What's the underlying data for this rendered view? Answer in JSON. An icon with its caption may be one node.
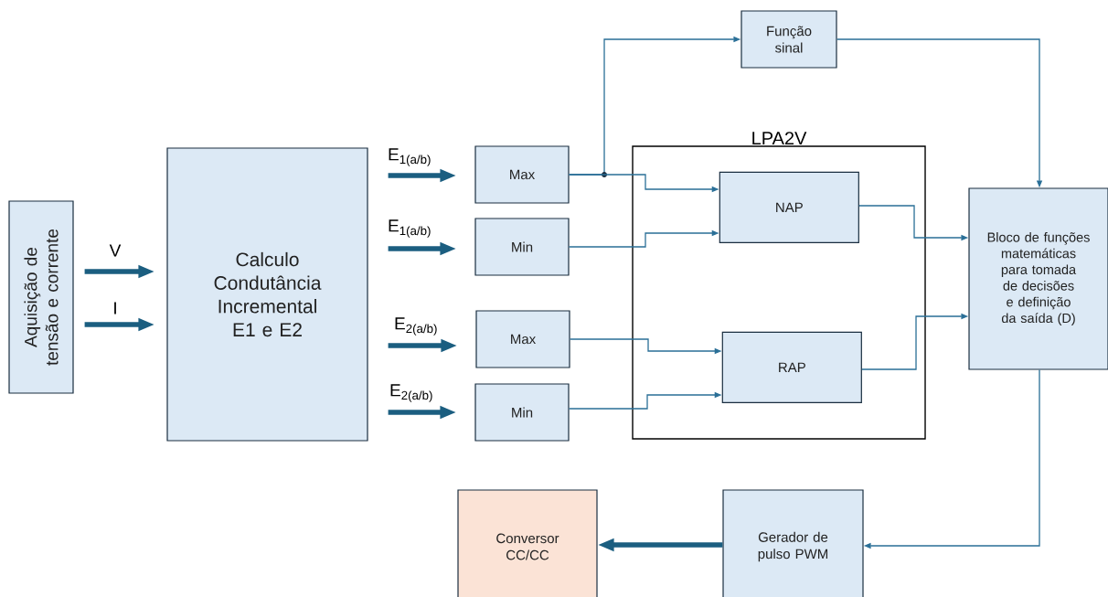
{
  "diagram": {
    "nodes": [
      {
        "text": [
          "Aquisição de tensão e corrente"
        ]
      },
      {
        "text": [
          "Calculo Condutância Incremental E1 e E2"
        ]
      },
      {
        "text": [
          "Max"
        ]
      },
      {
        "text": [
          "Min"
        ]
      },
      {
        "text": [
          "Max"
        ]
      },
      {
        "text": [
          "Min"
        ]
      },
      {
        "text": [
          "LPA2V"
        ]
      },
      {
        "text": [
          "NAP"
        ],
        "in": 6
      },
      {
        "text": [
          "RAP"
        ],
        "in": 6
      },
      {
        "text": [
          "Função sinal"
        ]
      },
      {
        "text": [
          "Bloco de funções matemáticas para tomada de decisões e definição da saída (D)"
        ]
      },
      {
        "text": [
          "Gerador de pulso PWM"
        ]
      },
      {
        "text": [
          "Conversor CC/CC"
        ]
      }
    ],
    "edges": [
      {
        "from": 0,
        "to": 1,
        "arrow": "to",
        "label": "V",
        "style": "thick"
      },
      {
        "from": 0,
        "to": 1,
        "arrow": "to",
        "label": "I",
        "style": "thick"
      },
      {
        "from": 1,
        "to": 2,
        "arrow": "to",
        "label": "E$_{1(a/b)}$",
        "style": "thick"
      },
      {
        "from": 1,
        "to": 3,
        "arrow": "to",
        "label": "E$_{1(a/b)}$",
        "style": "thick"
      },
      {
        "from": 1,
        "to": 4,
        "arrow": "to",
        "label": "E$_{2(a/b)}$",
        "style": "thick"
      },
      {
        "from": 1,
        "to": 5,
        "arrow": "to",
        "label": "E$_{2(a/b)}$",
        "style": "thick"
      },
      {
        "from": 2,
        "to": 9,
        "arrow": "to"
      },
      {
        "from": 2,
        "to": 7,
        "arrow": "to"
      },
      {
        "from": 3,
        "to": 7,
        "arrow": "to"
      },
      {
        "from": 4,
        "to": 8,
        "arrow": "to"
      },
      {
        "from": 5,
        "to": 8,
        "arrow": "to"
      },
      {
        "from": 9,
        "to": 10,
        "arrow": "to"
      },
      {
        "from": 7,
        "to": 10,
        "arrow": "to"
      },
      {
        "from": 8,
        "to": 10,
        "arrow": "to"
      },
      {
        "from": 10,
        "to": 11,
        "arrow": "to"
      },
      {
        "from": 11,
        "to": 12,
        "arrow": "to",
        "style": "thick"
      }
    ]
  }
}
